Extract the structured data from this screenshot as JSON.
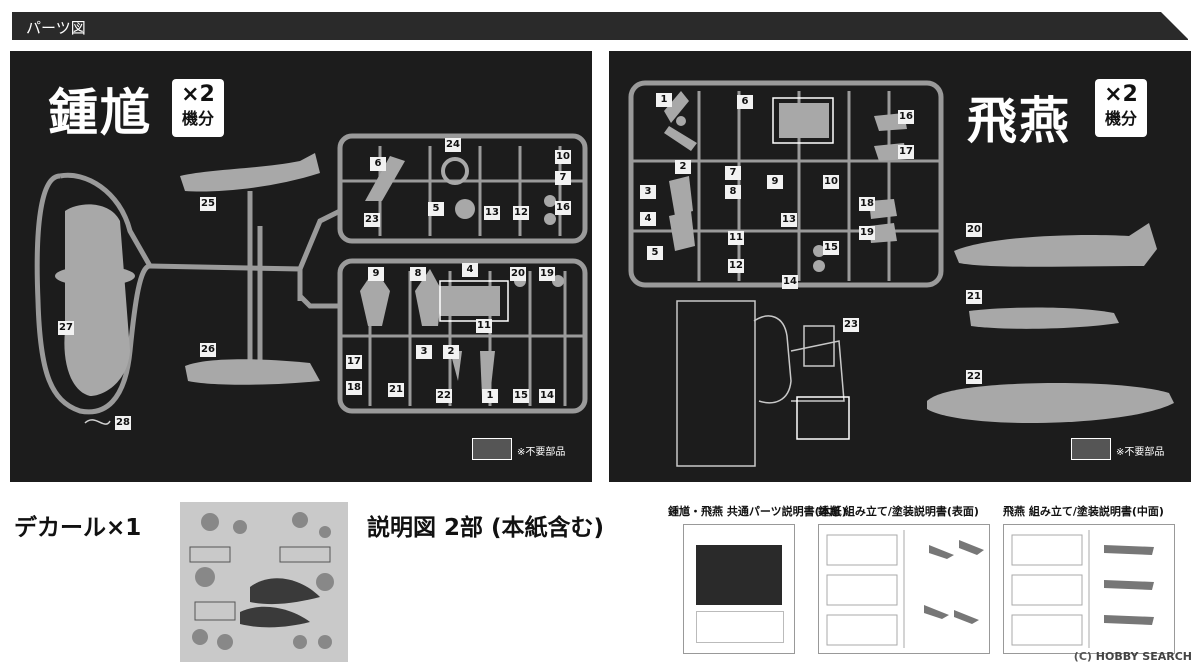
{
  "header": {
    "title": "パーツ図"
  },
  "left_kit": {
    "name": "鍾馗",
    "qty_line1": "×2",
    "qty_line2": "機分",
    "part_numbers": [
      "25",
      "27",
      "26",
      "28",
      "24",
      "6",
      "10",
      "7",
      "5",
      "23",
      "13",
      "12",
      "16",
      "9",
      "8",
      "4",
      "20",
      "19",
      "11",
      "17",
      "3",
      "2",
      "18",
      "21",
      "22",
      "1",
      "15",
      "14"
    ],
    "legend": "※不要部品"
  },
  "right_kit": {
    "name": "飛燕",
    "qty_line1": "×2",
    "qty_line2": "機分",
    "part_numbers": [
      "1",
      "6",
      "16",
      "17",
      "2",
      "7",
      "3",
      "8",
      "9",
      "10",
      "18",
      "4",
      "13",
      "19",
      "11",
      "15",
      "5",
      "12",
      "14",
      "20",
      "23",
      "21",
      "22"
    ],
    "legend": "※不要部品"
  },
  "bottom": {
    "decal_label": "デカール×1",
    "manual_label": "説明図 2部 (本紙含む)",
    "docs": [
      {
        "title": "鍾馗・飛燕 共通パーツ説明書(本紙)"
      },
      {
        "title": "鍾馗 組み立て/塗装説明書(表面)"
      },
      {
        "title": "飛燕 組み立て/塗装説明書(中面)"
      }
    ]
  },
  "watermark": {
    "copyright": "(C)",
    "brand": "HOBBY SEARCH"
  },
  "colors": {
    "panel": "#1c1c1c",
    "sprue": "#9a9a9a",
    "part": "#a8a8a8",
    "label_bg": "#f2f2f2"
  }
}
